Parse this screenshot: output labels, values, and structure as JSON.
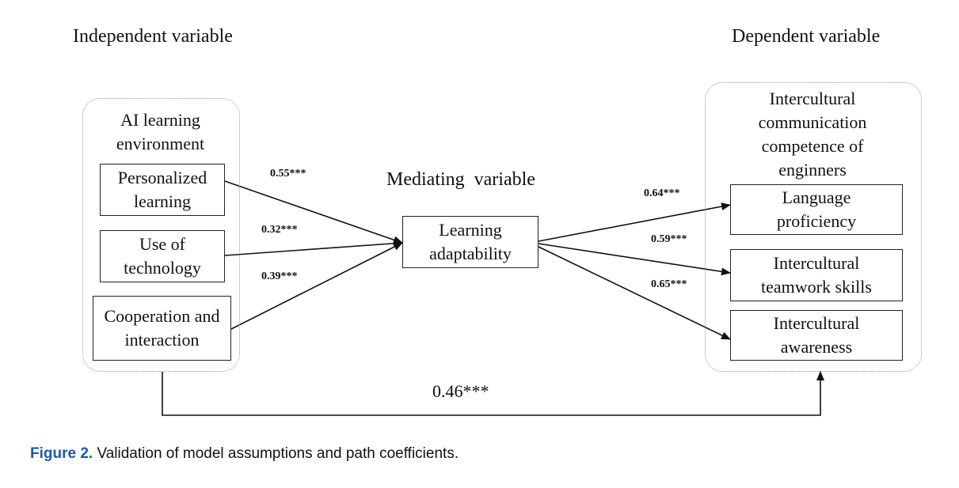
{
  "headers": {
    "independent": "Independent variable",
    "mediating": "Mediating  variable",
    "dependent": "Dependent variable"
  },
  "groups": {
    "ai_environment": {
      "title": "AI learning environment"
    },
    "intercultural": {
      "title": "Intercultural communication competence of enginners"
    }
  },
  "boxes": {
    "personalized": "Personalized learning",
    "technology": "Use of technology",
    "cooperation": "Cooperation and interaction",
    "adaptability": "Learning adaptability",
    "language": "Language proficiency",
    "teamwork": "Intercultural teamwork skills",
    "awareness": "Intercultural awareness"
  },
  "coefficients": {
    "personalized_to_adaptability": "0.55***",
    "technology_to_adaptability": "0.32***",
    "cooperation_to_adaptability": "0.39***",
    "adaptability_to_language": "0.64***",
    "adaptability_to_teamwork": "0.59***",
    "adaptability_to_awareness": "0.65***",
    "direct_effect": "0.46***"
  },
  "caption": {
    "label": "Figure 2.",
    "text": " Validation of model assumptions and path coefficients."
  }
}
